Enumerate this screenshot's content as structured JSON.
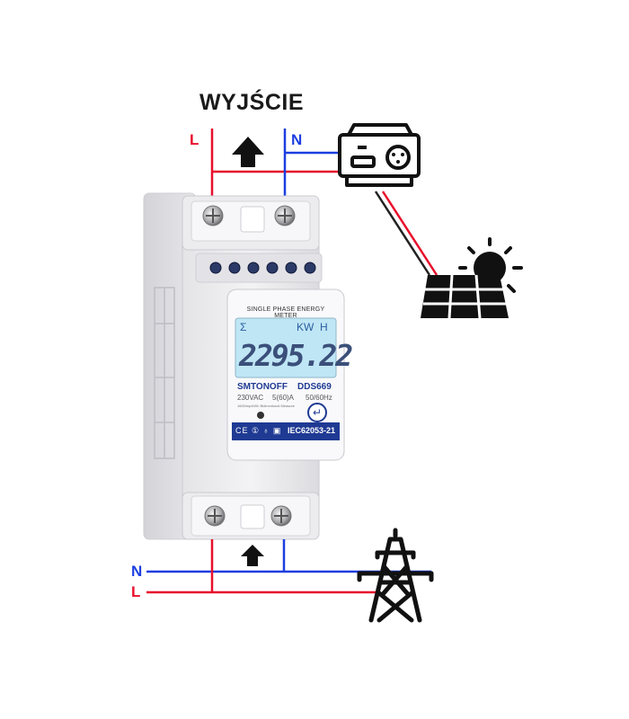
{
  "title": "WYJŚCIE",
  "wires": {
    "top_live_label": "L",
    "top_neutral_label": "N",
    "bottom_neutral_label": "N",
    "bottom_live_label": "L",
    "live_color": "#e8102c",
    "neutral_color": "#1c3ee0"
  },
  "meter": {
    "header": "SINGLE PHASE ENERGY METER",
    "display_symbol": "Σ",
    "display_unit": "KW  H",
    "display_reading": "2295.22",
    "brand": "SMTONOFF",
    "model": "DDS669",
    "voltage": "230VAC",
    "current": "5(60)A",
    "frequency": "50/60Hz",
    "impulse_text": "1600imp/kWh Bidirectional Measure",
    "standard": "IEC62053-21",
    "lcd_color": "#bfe6f5"
  },
  "icons": [
    "inverter-icon",
    "solar-panel-icon",
    "sun-icon",
    "power-tower-icon",
    "arrow-up-icon"
  ]
}
